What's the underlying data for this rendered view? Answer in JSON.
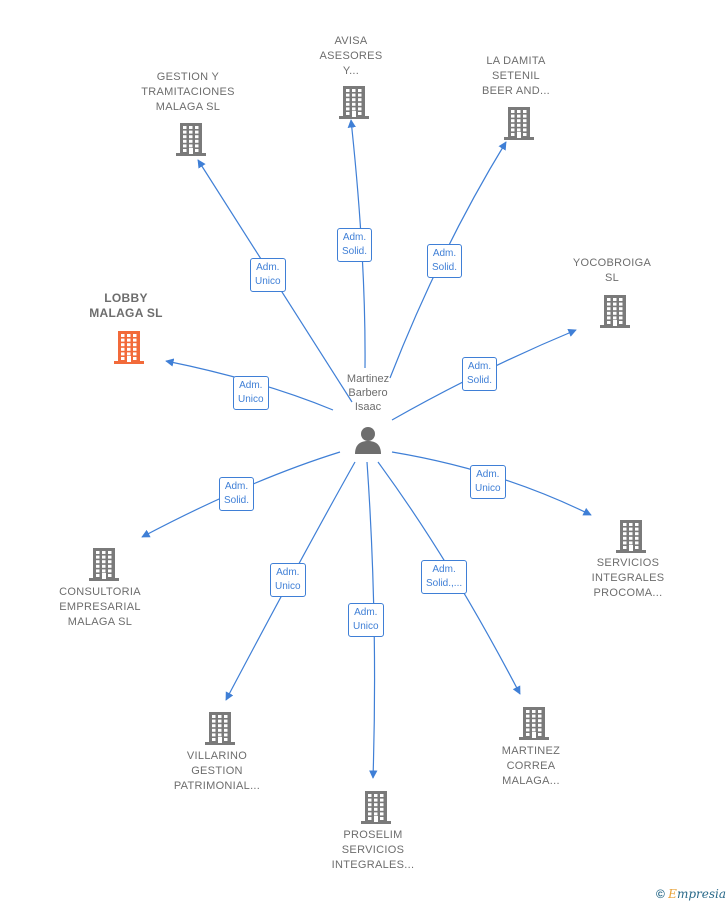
{
  "colors": {
    "edge": "#3f7fd6",
    "building_gray": "#7a7a7a",
    "building_highlight": "#f26a3a",
    "person": "#6e6e6e"
  },
  "center": {
    "label": "Martinez\nBarbero\nIsaac",
    "icon": "person-icon"
  },
  "nodes": [
    {
      "id": "gestion",
      "label": "GESTION Y\nTRAMITACIONES\nMALAGA  SL",
      "highlight": false
    },
    {
      "id": "avisa",
      "label": "AVISA\nASESORES\nY...",
      "highlight": false
    },
    {
      "id": "damita",
      "label": "LA DAMITA\nSETENIL\nBEER AND...",
      "highlight": false
    },
    {
      "id": "yocobroiga",
      "label": "YOCOBROIGA\nSL",
      "highlight": false
    },
    {
      "id": "lobby",
      "label": "LOBBY\nMALAGA  SL",
      "highlight": true
    },
    {
      "id": "servicios",
      "label": "SERVICIOS\nINTEGRALES\nPROCOMA...",
      "highlight": false
    },
    {
      "id": "consultoria",
      "label": "CONSULTORIA\nEMPRESARIAL\nMALAGA  SL",
      "highlight": false
    },
    {
      "id": "villarino",
      "label": "VILLARINO\nGESTION\nPATRIMONIAL...",
      "highlight": false
    },
    {
      "id": "proselim",
      "label": "PROSELIM\nSERVICIOS\nINTEGRALES...",
      "highlight": false
    },
    {
      "id": "martinez",
      "label": "MARTINEZ\nCORREA\nMALAGA...",
      "highlight": false
    }
  ],
  "edges": [
    {
      "to": "gestion",
      "label": "Adm.\nUnico"
    },
    {
      "to": "avisa",
      "label": "Adm.\nSolid."
    },
    {
      "to": "damita",
      "label": "Adm.\nSolid."
    },
    {
      "to": "yocobroiga",
      "label": "Adm.\nSolid."
    },
    {
      "to": "lobby",
      "label": "Adm.\nUnico"
    },
    {
      "to": "servicios",
      "label": "Adm.\nUnico"
    },
    {
      "to": "consultoria",
      "label": "Adm.\nSolid."
    },
    {
      "to": "villarino",
      "label": "Adm.\nUnico"
    },
    {
      "to": "proselim",
      "label": "Adm.\nUnico"
    },
    {
      "to": "martinez",
      "label": "Adm.\nSolid.,..."
    }
  ],
  "footer": {
    "copyright": "©",
    "brand_initial": "E",
    "brand_rest": "mpresia"
  }
}
